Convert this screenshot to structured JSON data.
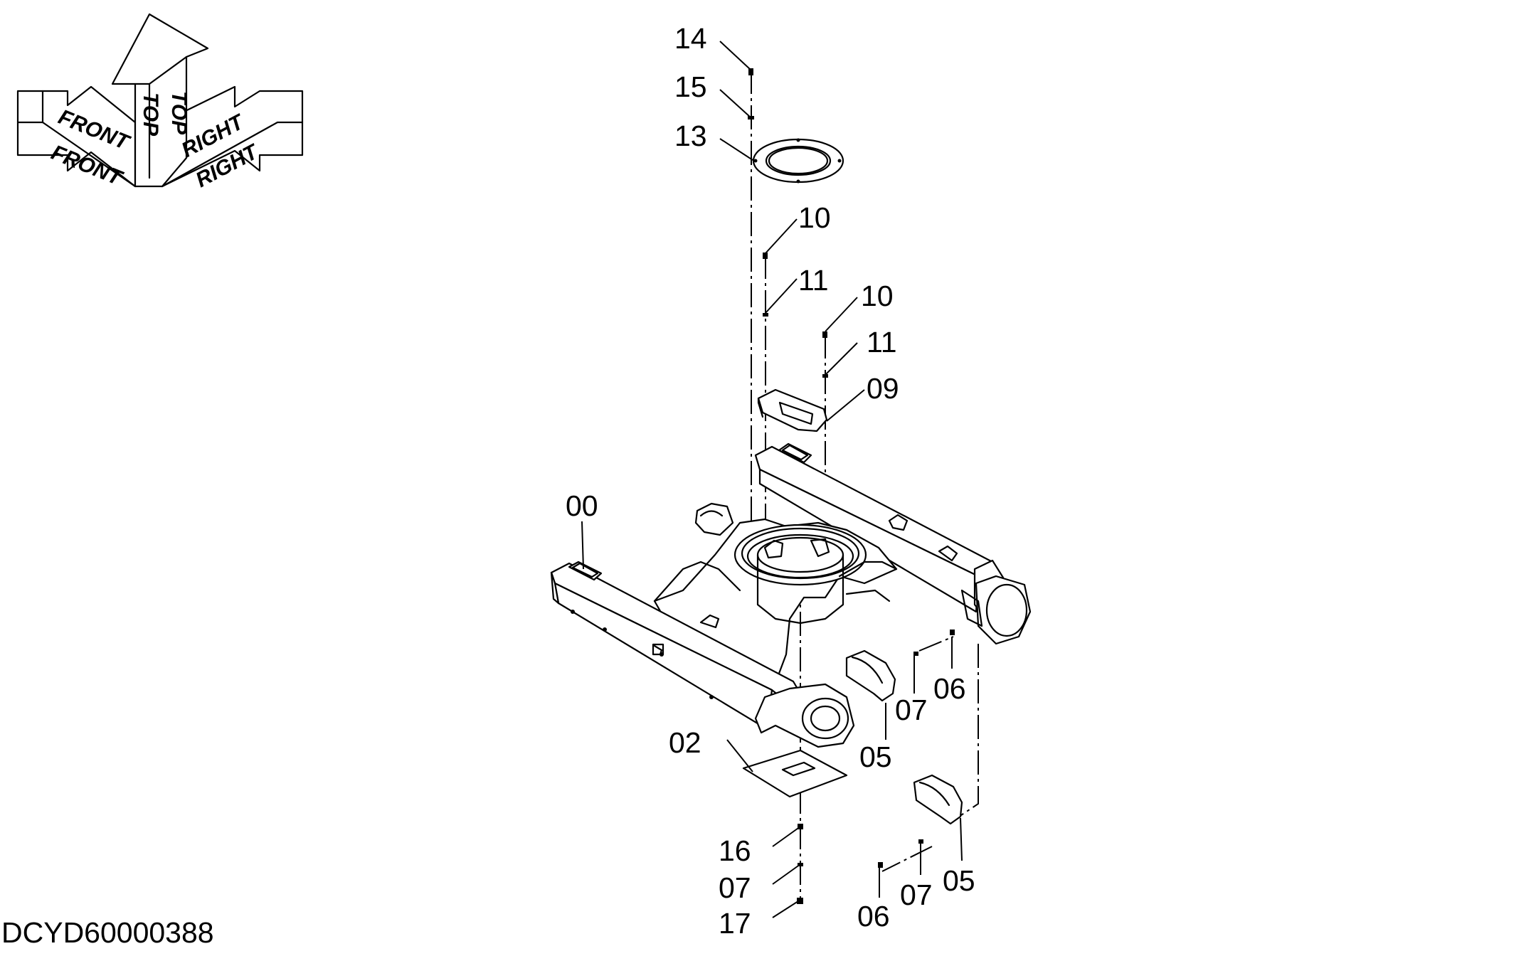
{
  "drawing_code": "DCYD60000388",
  "orientation_arrows": {
    "front": "FRONT",
    "top": "TOP",
    "right": "RIGHT"
  },
  "callouts": [
    {
      "id": "c14",
      "label": "14"
    },
    {
      "id": "c15",
      "label": "15"
    },
    {
      "id": "c13",
      "label": "13"
    },
    {
      "id": "c10a",
      "label": "10"
    },
    {
      "id": "c11a",
      "label": "11"
    },
    {
      "id": "c10b",
      "label": "10"
    },
    {
      "id": "c11b",
      "label": "11"
    },
    {
      "id": "c09",
      "label": "09"
    },
    {
      "id": "c00",
      "label": "00"
    },
    {
      "id": "c06a",
      "label": "06"
    },
    {
      "id": "c07a",
      "label": "07"
    },
    {
      "id": "c05a",
      "label": "05"
    },
    {
      "id": "c02",
      "label": "02"
    },
    {
      "id": "c16",
      "label": "16"
    },
    {
      "id": "c07b",
      "label": "07"
    },
    {
      "id": "c17",
      "label": "17"
    },
    {
      "id": "c05b",
      "label": "05"
    },
    {
      "id": "c07c",
      "label": "07"
    },
    {
      "id": "c06b",
      "label": "06"
    }
  ]
}
